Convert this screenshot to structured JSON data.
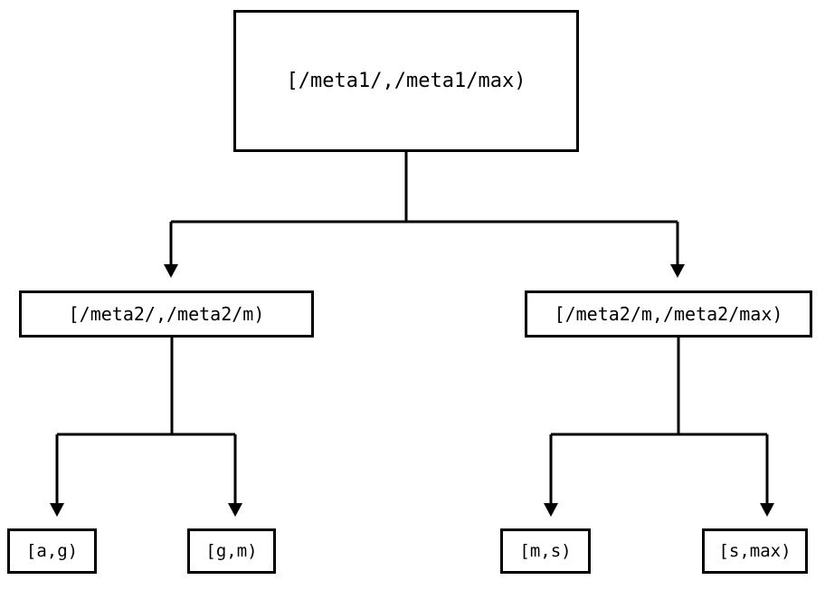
{
  "diagram": {
    "type": "tree",
    "title": "",
    "orientation": "top-down",
    "stroke_color": "#000000",
    "fill_color": "#ffffff",
    "background": "#ffffff",
    "edge_style": "orthogonal-elbow-with-arrowhead",
    "arrowhead": "filled-triangle-down",
    "nodes": {
      "root": {
        "label": "[/meta1/,/meta1/max)"
      },
      "mid_left": {
        "label": "[/meta2/,/meta2/m)"
      },
      "mid_right": {
        "label": "[/meta2/m,/meta2/max)"
      },
      "leaf_ag": {
        "label": "[a,g)"
      },
      "leaf_gm": {
        "label": "[g,m)"
      },
      "leaf_ms": {
        "label": "[m,s)"
      },
      "leaf_smax": {
        "label": "[s,max)"
      }
    },
    "edges": [
      {
        "from": "root",
        "to": "mid_left"
      },
      {
        "from": "root",
        "to": "mid_right"
      },
      {
        "from": "mid_left",
        "to": "leaf_ag"
      },
      {
        "from": "mid_left",
        "to": "leaf_gm"
      },
      {
        "from": "mid_right",
        "to": "leaf_ms"
      },
      {
        "from": "mid_right",
        "to": "leaf_smax"
      }
    ]
  }
}
